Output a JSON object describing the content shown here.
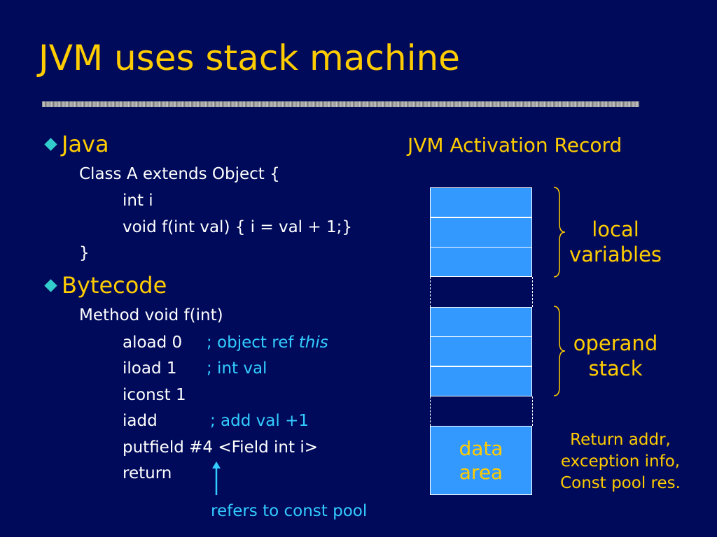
{
  "slide": {
    "title": "JVM uses stack machine"
  },
  "java": {
    "bullet": "Java",
    "lines": [
      "Class A extends Object {",
      "int i",
      "void f(int val) { i = val + 1;}",
      "}"
    ]
  },
  "bytecode": {
    "bullet": "Bytecode",
    "method": "Method void f(int)",
    "instructions": [
      {
        "op": "aload 0",
        "comment": "; object ref ",
        "comment_italic": "this"
      },
      {
        "op": "iload 1",
        "comment": "; int val"
      },
      {
        "op": "iconst 1"
      },
      {
        "op": "iadd",
        "comment": "; add val +1"
      },
      {
        "op": "putfield #4 <Field int i>"
      },
      {
        "op": "return"
      }
    ],
    "pool_note": "refers to const pool"
  },
  "activation_record": {
    "title": "JVM Activation Record",
    "local_label_1": "local",
    "local_label_2": "variables",
    "operand_label_1": "operand",
    "operand_label_2": "stack",
    "data_label_1": "data",
    "data_label_2": "area",
    "return_note_1": "Return addr,",
    "return_note_2": "exception info,",
    "return_note_3": "Const pool res."
  },
  "colors": {
    "background": "#000a5a",
    "title": "#ffcc00",
    "comment": "#33ccff",
    "cell_fill": "#3399ff",
    "bullet_diamond": "#33cccc"
  }
}
